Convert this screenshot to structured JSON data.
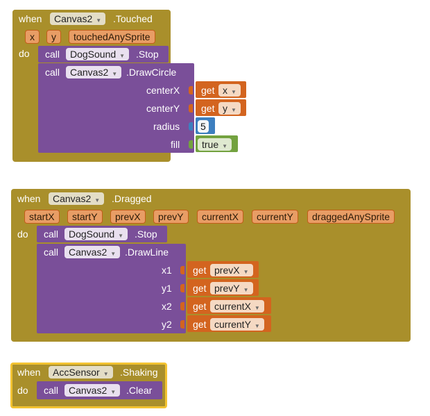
{
  "labels": {
    "when": "when",
    "do": "do",
    "call": "call",
    "get": "get"
  },
  "block1": {
    "component": "Canvas2",
    "event": ".Touched",
    "params": [
      "x",
      "y",
      "touchedAnySprite"
    ],
    "stmt1": {
      "component": "DogSound",
      "method": ".Stop"
    },
    "stmt2": {
      "component": "Canvas2",
      "method": ".DrawCircle",
      "args": {
        "centerX": {
          "label": "centerX",
          "var": "x"
        },
        "centerY": {
          "label": "centerY",
          "var": "y"
        },
        "radius": {
          "label": "radius",
          "value": "5"
        },
        "fill": {
          "label": "fill",
          "value": "true"
        }
      }
    }
  },
  "block2": {
    "component": "Canvas2",
    "event": ".Dragged",
    "params": [
      "startX",
      "startY",
      "prevX",
      "prevY",
      "currentX",
      "currentY",
      "draggedAnySprite"
    ],
    "stmt1": {
      "component": "DogSound",
      "method": ".Stop"
    },
    "stmt2": {
      "component": "Canvas2",
      "method": ".DrawLine",
      "args": {
        "x1": {
          "label": "x1",
          "var": "prevX"
        },
        "y1": {
          "label": "y1",
          "var": "prevY"
        },
        "x2": {
          "label": "x2",
          "var": "currentX"
        },
        "y2": {
          "label": "y2",
          "var": "currentY"
        }
      }
    }
  },
  "block3": {
    "component": "AccSensor",
    "event": ".Shaking",
    "stmt1": {
      "component": "Canvas2",
      "method": ".Clear"
    }
  },
  "colors": {
    "event": "#a98f2b",
    "procedure": "#7a4f99",
    "getter": "#d3641f",
    "number": "#3d7fbf",
    "logic": "#73a23f",
    "highlight": "#f2c231"
  }
}
